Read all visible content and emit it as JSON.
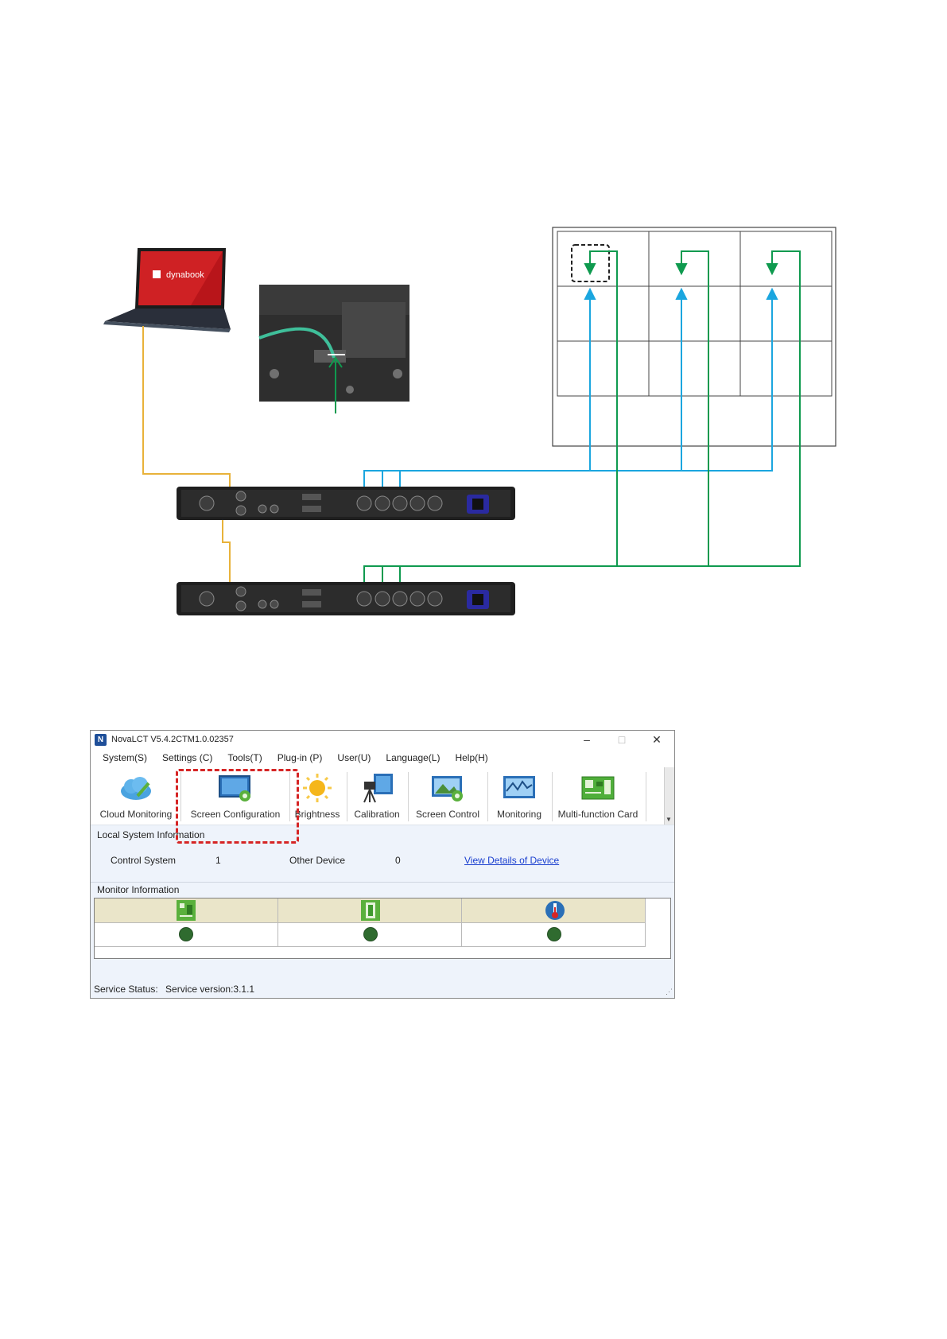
{
  "diagram": {
    "laptop_brand": "dynabook"
  },
  "window": {
    "title": "NovaLCT V5.4.2CTM1.0.02357",
    "app_icon": "novalct-logo-icon",
    "controls": {
      "minimize": "–",
      "maximize": "□",
      "close": "✕"
    }
  },
  "menu": [
    "System(S)",
    "Settings (C)",
    "Tools(T)",
    "Plug-in (P)",
    "User(U)",
    "Language(L)",
    "Help(H)"
  ],
  "toolbar": [
    {
      "label": "Cloud Monitoring",
      "icon": "cloud-monitoring-icon"
    },
    {
      "label": "Screen Configuration",
      "icon": "screen-configuration-icon"
    },
    {
      "label": "Brightness",
      "icon": "brightness-sun-icon"
    },
    {
      "label": "Calibration",
      "icon": "calibration-camera-icon"
    },
    {
      "label": "Screen Control",
      "icon": "screen-control-icon"
    },
    {
      "label": "Monitoring",
      "icon": "monitoring-icon"
    },
    {
      "label": "Multi-function Card",
      "icon": "multi-function-card-icon"
    }
  ],
  "local_system": {
    "heading": "Local System Information",
    "control_system_label": "Control System",
    "control_system_value": "1",
    "other_device_label": "Other Device",
    "other_device_value": "0",
    "details_link": "View Details of Device"
  },
  "monitor": {
    "heading": "Monitor Information",
    "columns": [
      {
        "icon": "receiving-card-icon",
        "status": "ok"
      },
      {
        "icon": "module-card-icon",
        "status": "ok"
      },
      {
        "icon": "temperature-icon",
        "status": "ok"
      }
    ],
    "status_color": "#2f6b2f"
  },
  "status_bar": {
    "label": "Service Status:",
    "value": "Service version:3.1.1"
  },
  "colors": {
    "cable_yellow": "#e8b23a",
    "cable_blue": "#1ba6df",
    "cable_green": "#0f9a4f",
    "highlight_red": "#d62525"
  }
}
